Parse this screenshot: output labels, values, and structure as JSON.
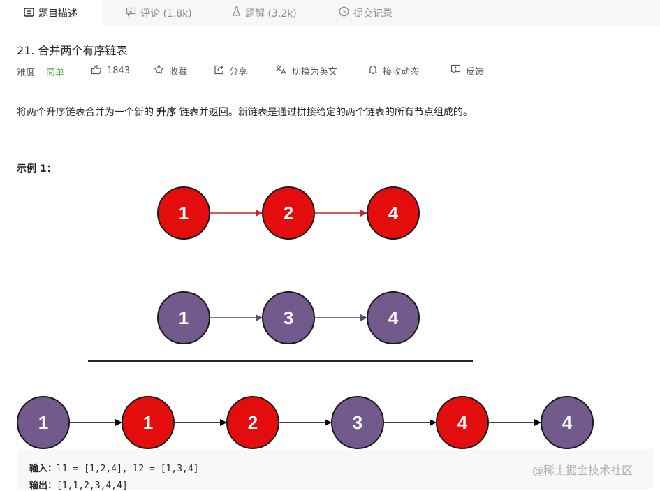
{
  "tabs": [
    {
      "label": "题目描述",
      "icon": "description-icon",
      "active": true
    },
    {
      "label": "评论 (1.8k)",
      "icon": "comment-icon",
      "active": false
    },
    {
      "label": "题解 (3.2k)",
      "icon": "flask-icon",
      "active": false
    },
    {
      "label": "提交记录",
      "icon": "history-icon",
      "active": false
    }
  ],
  "problem": {
    "title": "21. 合并两个有序链表",
    "difficulty_label": "难度",
    "difficulty_value": "简单",
    "difficulty_color": "#5cb85c",
    "likes": "1843",
    "favorite": "收藏",
    "share": "分享",
    "translate": "切换为英文",
    "notify": "接收动态",
    "feedback": "反馈"
  },
  "description": {
    "before": "将两个升序链表合并为一个新的 ",
    "bold": "升序",
    "after": " 链表并返回。新链表是通过拼接给定的两个链表的所有节点组成的。"
  },
  "example": {
    "title": "示例 1：",
    "list1": [
      "1",
      "2",
      "4"
    ],
    "list2": [
      "1",
      "3",
      "4"
    ],
    "merged": [
      "1",
      "1",
      "2",
      "3",
      "4",
      "4"
    ],
    "merged_colors": [
      "purple",
      "red",
      "red",
      "purple",
      "red",
      "purple"
    ],
    "colors": {
      "red": "#e30d0d",
      "purple": "#735a8c",
      "arrow_red": "#c0282c",
      "arrow_purple": "#5a4a78",
      "arrow_black": "#000000"
    },
    "input_label": "输入：",
    "input_value": "l1 = [1,2,4], l2 = [1,3,4]",
    "output_label": "输出：",
    "output_value": "[1,1,2,3,4,4]"
  },
  "watermark": "@稀土掘金技术社区"
}
